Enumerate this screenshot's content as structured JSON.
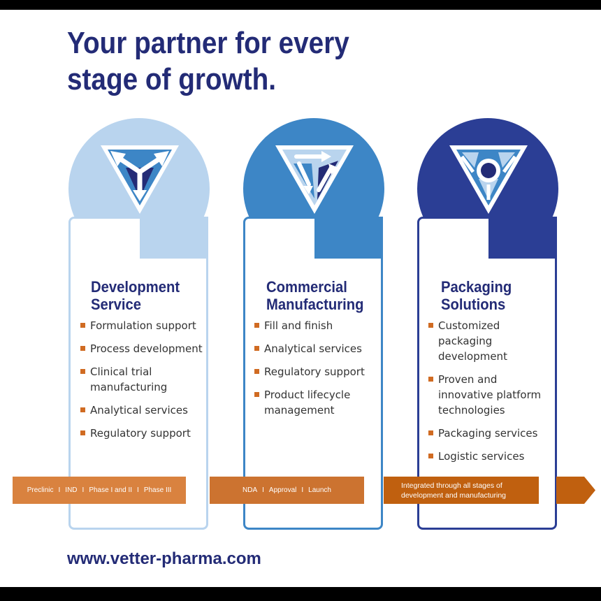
{
  "headline": {
    "line1": "Your partner for every",
    "line2": "stage of growth."
  },
  "colors": {
    "navy": "#232b76",
    "light_blue": "#b9d4ee",
    "mid_blue": "#3d86c6",
    "dark_blue": "#2b3e95",
    "orange": "#d06b22"
  },
  "stages": [
    {
      "icon": "outward-arrows-triangle-icon",
      "title_line1": "Development",
      "title_line2": "Service",
      "bullets": [
        "Formulation support",
        "Process development",
        "Clinical trial manufacturing",
        "Analytical services",
        "Regulatory support"
      ]
    },
    {
      "icon": "cycle-arrows-triangle-icon",
      "title_line1": "Commercial",
      "title_line2": "Manufacturing",
      "bullets": [
        "Fill and finish",
        "Analytical services",
        "Regulatory support",
        "Product lifecycle management"
      ]
    },
    {
      "icon": "center-dot-triangle-icon",
      "title_line1": "Packaging",
      "title_line2": "Solutions",
      "bullets": [
        "Customized packaging development",
        "Proven and innovative platform technologies",
        "Packaging services",
        "Logistic services"
      ]
    }
  ],
  "timeline": {
    "segment1": [
      "Preclinic",
      "IND",
      "Phase I and II",
      "Phase III"
    ],
    "segment2": [
      "NDA",
      "Approval",
      "Launch"
    ],
    "segment3_line1": "Integrated through all stages of",
    "segment3_line2": "development and manufacturing",
    "separator": "I"
  },
  "footer": {
    "url": "www.vetter-pharma.com"
  }
}
